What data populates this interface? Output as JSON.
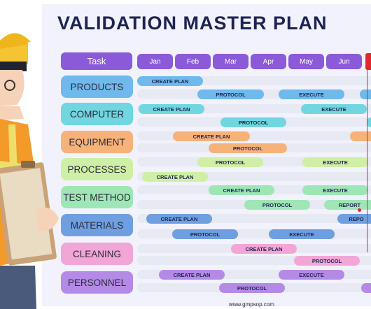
{
  "title": "VALIDATION MASTER PLAN",
  "task_header": "Task",
  "months": [
    "Jan",
    "Feb",
    "Mar",
    "Apr",
    "May",
    "Jun"
  ],
  "tasks": [
    {
      "label": "PRODUCTS",
      "color": "#6fb9ec"
    },
    {
      "label": "COMPUTER",
      "color": "#70d6e0"
    },
    {
      "label": "EQUIPMENT",
      "color": "#f7b27a"
    },
    {
      "label": "PROCESSES",
      "color": "#cfefa6"
    },
    {
      "label": "TEST METHOD",
      "color": "#9fe6b7"
    },
    {
      "label": "MATERIALS",
      "color": "#6f9fe0"
    },
    {
      "label": "CLEANING",
      "color": "#f2a6d6"
    },
    {
      "label": "PERSONNEL",
      "color": "#b48ae6"
    }
  ],
  "bar_labels": {
    "create_plan": "CREATE PLAN",
    "protocol": "PROTOCOL",
    "execute": "EXECUTE",
    "report": "REPORT",
    "repo": "REPO"
  },
  "footer": "www.gmpsop.com"
}
